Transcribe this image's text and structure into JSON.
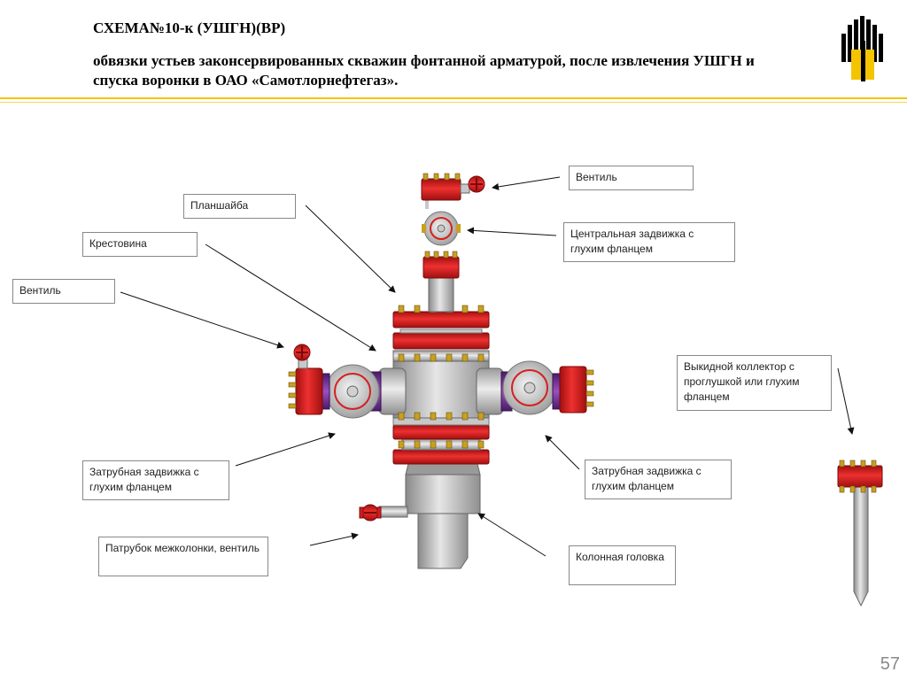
{
  "header": {
    "title": "СХЕМА№10-к (УШГН)(ВР)",
    "subtitle": "обвязки устьев законсервированных  скважин фонтанной арматурой, после извлечения УШГН  и спуска воронки  в ОАО  «Самотлорнефтегаз»."
  },
  "labels": {
    "ventil_top": "Вентиль",
    "planshaiba": "Планшайба",
    "central_valve": "Центральная задвижка с глухим фланцем",
    "krestovina": "Крестовина",
    "ventil_left": "Вентиль",
    "outlet_collector": "Выкидной коллектор с проглушкой или глухим фланцем",
    "annulus_left": "Затрубная задвижка с глухим фланцем",
    "annulus_right": "Затрубная задвижка с глухим фланцем",
    "intercasing": "Патрубок межколонки, вентиль",
    "casing_head": "Колонная головка"
  },
  "page_number": "57",
  "colors": {
    "accent_rule": "#f2c500",
    "flange_red": "#d42020",
    "steel_gray": "#c8c8c8",
    "bolt_gold": "#c8a020",
    "spool_purple": "#7a3a9a"
  }
}
